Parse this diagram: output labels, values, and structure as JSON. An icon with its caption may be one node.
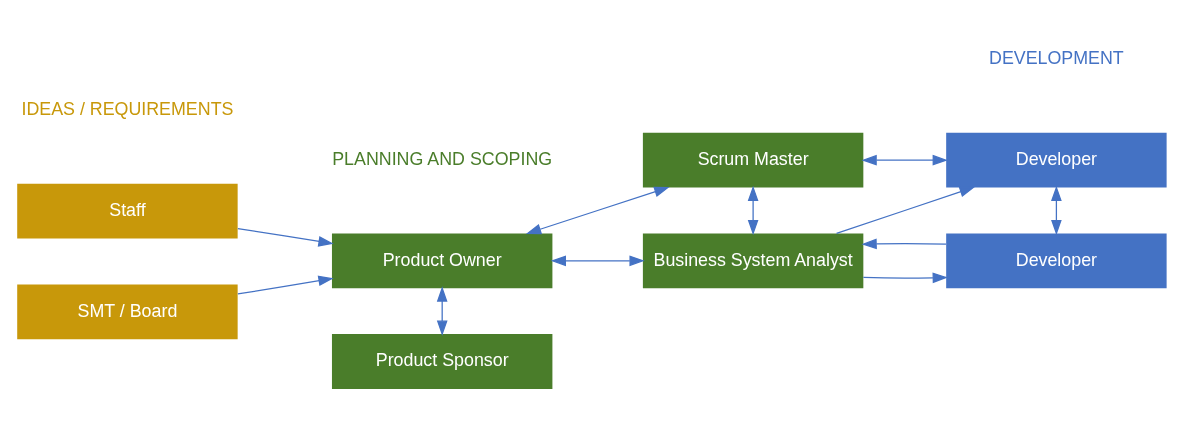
{
  "diagram": {
    "nodes": [
      {
        "text": [
          "Scrum Master"
        ]
      },
      {
        "text": [
          "Staff"
        ]
      },
      {
        "text": [
          "Product Owner"
        ]
      },
      {
        "text": [
          "Business System Analyst"
        ]
      },
      {
        "text": [
          "Developer"
        ]
      },
      {
        "text": [
          "SMT / Board"
        ]
      },
      {
        "text": [
          "Product Sponsor"
        ]
      },
      {
        "text": [
          "Developer"
        ]
      }
    ],
    "edges": [
      {
        "from": 1,
        "to": 2,
        "arrow": "to"
      },
      {
        "from": 5,
        "to": 2,
        "arrow": "to"
      },
      {
        "from": 0,
        "to": 2,
        "arrow": "both"
      },
      {
        "from": 0,
        "to": 3,
        "arrow": "both"
      },
      {
        "from": 2,
        "to": 3,
        "arrow": "both"
      },
      {
        "from": 2,
        "to": 6,
        "arrow": "both"
      },
      {
        "from": 0,
        "to": 4,
        "arrow": "both"
      },
      {
        "from": 3,
        "to": 4,
        "arrow": "to"
      },
      {
        "from": 3,
        "to": 7,
        "arrow": "to"
      },
      {
        "from": 4,
        "to": 7,
        "arrow": "both"
      },
      {
        "from": 7,
        "to": 3,
        "arrow": "to"
      }
    ],
    "labels": [
      "IDEAS / REQUIREMENTS",
      "PLANNING AND SCOPING",
      "DEVELOPMENT"
    ]
  }
}
